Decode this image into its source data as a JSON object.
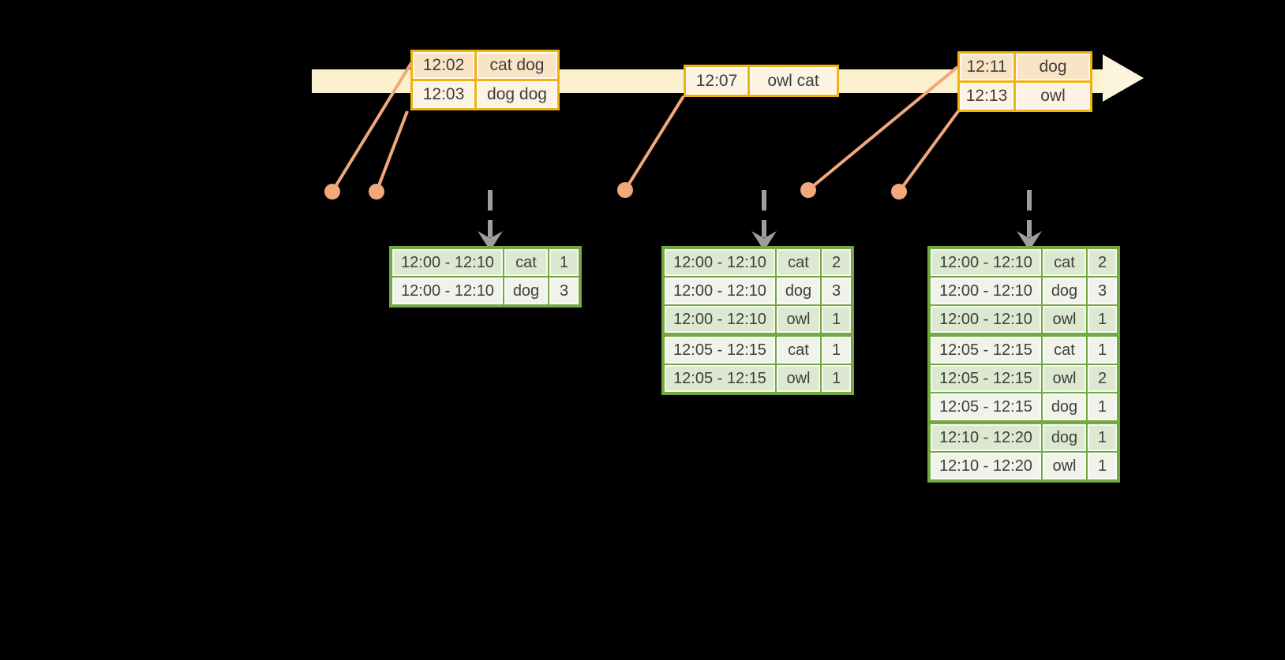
{
  "colors": {
    "background": "#000000",
    "timeline_fill": "#FBF1CF",
    "timeline_arrowhead_fill": "#FCF4DC",
    "input_table_border": "#F1B211",
    "input_row_dark": "#FAE4C6",
    "input_row_light": "#FDF3E3",
    "result_table_border": "#73A940",
    "result_row_dark": "#DCE8CF",
    "result_row_light": "#EFF3EA",
    "connector": "#F1A87B",
    "trigger_arrow": "#9E9E9E",
    "text": "#3E3E3E"
  },
  "input_tables": [
    {
      "rows": [
        {
          "time": "12:02",
          "words": "cat dog"
        },
        {
          "time": "12:03",
          "words": "dog dog"
        }
      ]
    },
    {
      "rows": [
        {
          "time": "12:07",
          "words": "owl cat"
        }
      ]
    },
    {
      "rows": [
        {
          "time": "12:11",
          "words": "dog"
        },
        {
          "time": "12:13",
          "words": "owl"
        }
      ]
    }
  ],
  "result_tables": [
    {
      "rows": [
        {
          "window": "12:00 - 12:10",
          "word": "cat",
          "count": "1"
        },
        {
          "window": "12:00 - 12:10",
          "word": "dog",
          "count": "3"
        }
      ]
    },
    {
      "rows": [
        {
          "window": "12:00 - 12:10",
          "word": "cat",
          "count": "2"
        },
        {
          "window": "12:00 - 12:10",
          "word": "dog",
          "count": "3"
        },
        {
          "window": "12:00 - 12:10",
          "word": "owl",
          "count": "1"
        },
        {
          "window": "12:05 - 12:15",
          "word": "cat",
          "count": "1"
        },
        {
          "window": "12:05 - 12:15",
          "word": "owl",
          "count": "1"
        }
      ]
    },
    {
      "rows": [
        {
          "window": "12:00 - 12:10",
          "word": "cat",
          "count": "2"
        },
        {
          "window": "12:00 - 12:10",
          "word": "dog",
          "count": "3"
        },
        {
          "window": "12:00 - 12:10",
          "word": "owl",
          "count": "1"
        },
        {
          "window": "12:05 - 12:15",
          "word": "cat",
          "count": "1"
        },
        {
          "window": "12:05 - 12:15",
          "word": "owl",
          "count": "2"
        },
        {
          "window": "12:05 - 12:15",
          "word": "dog",
          "count": "1"
        },
        {
          "window": "12:10 - 12:20",
          "word": "dog",
          "count": "1"
        },
        {
          "window": "12:10 - 12:20",
          "word": "owl",
          "count": "1"
        }
      ]
    }
  ]
}
